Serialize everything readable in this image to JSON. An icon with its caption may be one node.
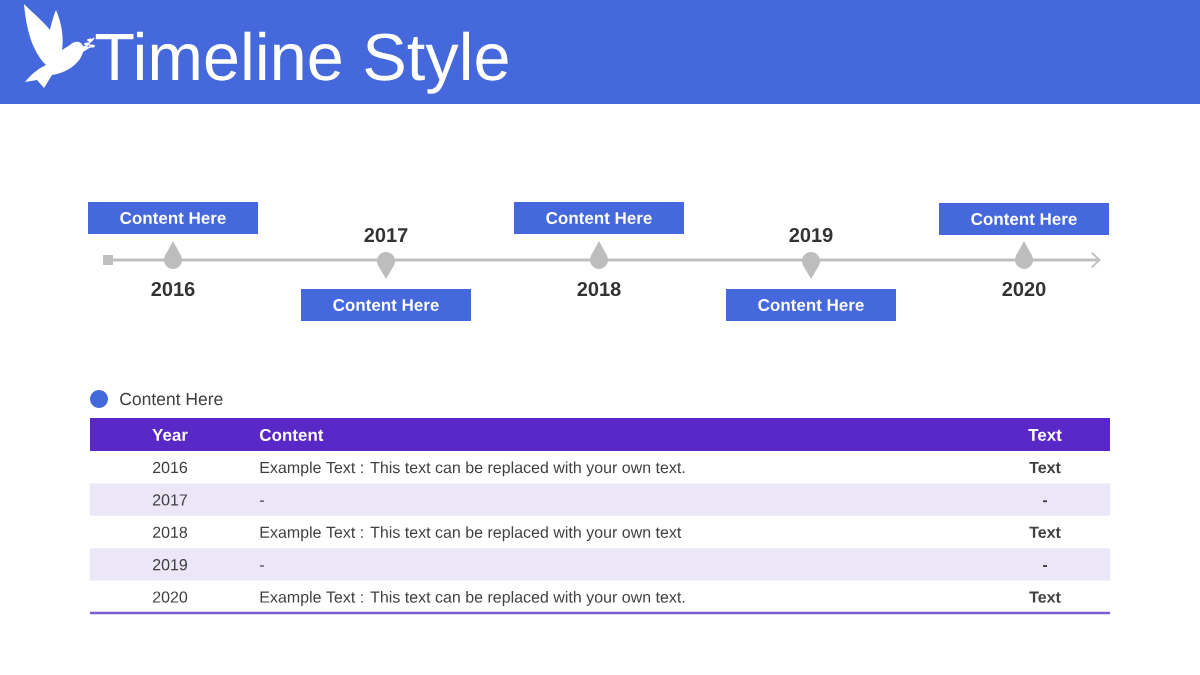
{
  "diagram": {
    "title": "Timeline Style",
    "nodes": [
      {
        "text": [
          "Content Here"
        ],
        "beside": [
          "2016"
        ]
      },
      {
        "text": [
          "Content Here"
        ],
        "beside": [
          "2017"
        ]
      },
      {
        "text": [
          "Content Here"
        ],
        "beside": [
          "2018"
        ]
      },
      {
        "text": [
          "Content Here"
        ],
        "beside": [
          "2019"
        ]
      },
      {
        "text": [
          "Content Here"
        ],
        "beside": [
          "2020"
        ]
      }
    ],
    "labels": [
      "Content Here",
      "Year",
      "Content",
      "Text",
      "2016",
      "Example Text : This text can be replaced with your own text.",
      "Text",
      "2017",
      "-",
      "-",
      "2018",
      "Example Text : This text can be replaced with your own text",
      "Text",
      "2019",
      "-",
      "-",
      "2020",
      "Example Text : This text can be replaced with your own text.",
      "Text"
    ]
  }
}
